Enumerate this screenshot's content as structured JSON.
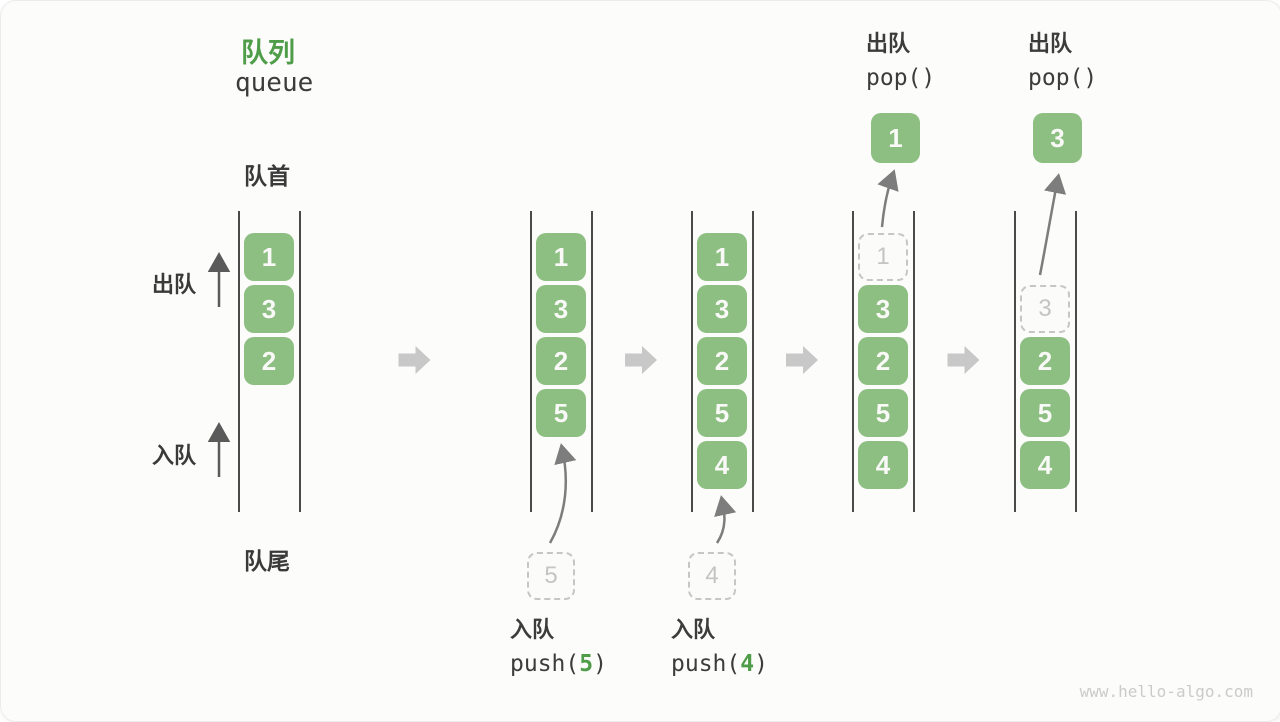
{
  "title": {
    "zh": "队列",
    "en": "queue"
  },
  "side_labels": {
    "front": "队首",
    "rear": "队尾",
    "dequeue": "出队",
    "enqueue": "入队"
  },
  "colors": {
    "box_green": "#8dbe82",
    "accent_green": "#4f9d49",
    "dark_text": "#3c3c3c",
    "column_line": "#4a4a4a",
    "block_arrow_gray": "#c8c8c8",
    "curve_arrow_gray": "#7d7d7d",
    "dashed_border": "#c6c6c6",
    "dashed_text": "#c4c4c4"
  },
  "states": [
    {
      "name": "initial",
      "slots": [
        {
          "value": "1",
          "style": "solid"
        },
        {
          "value": "3",
          "style": "solid"
        },
        {
          "value": "2",
          "style": "solid"
        },
        null,
        null
      ]
    },
    {
      "name": "push-5",
      "slots": [
        {
          "value": "1",
          "style": "solid"
        },
        {
          "value": "3",
          "style": "solid"
        },
        {
          "value": "2",
          "style": "solid"
        },
        {
          "value": "5",
          "style": "solid"
        },
        null
      ],
      "pending": "5",
      "op": {
        "label": "入队",
        "pre": "push(",
        "arg": "5",
        "post": ")"
      }
    },
    {
      "name": "push-4",
      "slots": [
        {
          "value": "1",
          "style": "solid"
        },
        {
          "value": "3",
          "style": "solid"
        },
        {
          "value": "2",
          "style": "solid"
        },
        {
          "value": "5",
          "style": "solid"
        },
        {
          "value": "4",
          "style": "solid"
        }
      ],
      "pending": "4",
      "op": {
        "label": "入队",
        "pre": "push(",
        "arg": "4",
        "post": ")"
      }
    },
    {
      "name": "pop-1",
      "slots": [
        {
          "value": "1",
          "style": "dashed"
        },
        {
          "value": "3",
          "style": "solid"
        },
        {
          "value": "2",
          "style": "solid"
        },
        {
          "value": "5",
          "style": "solid"
        },
        {
          "value": "4",
          "style": "solid"
        }
      ],
      "popped": "1",
      "op": {
        "label": "出队",
        "pre": "pop()",
        "arg": "",
        "post": ""
      }
    },
    {
      "name": "pop-3",
      "slots": [
        null,
        {
          "value": "3",
          "style": "dashed"
        },
        {
          "value": "2",
          "style": "solid"
        },
        {
          "value": "5",
          "style": "solid"
        },
        {
          "value": "4",
          "style": "solid"
        }
      ],
      "popped": "3",
      "op": {
        "label": "出队",
        "pre": "pop()",
        "arg": "",
        "post": ""
      }
    }
  ],
  "watermark": "www.hello-algo.com"
}
